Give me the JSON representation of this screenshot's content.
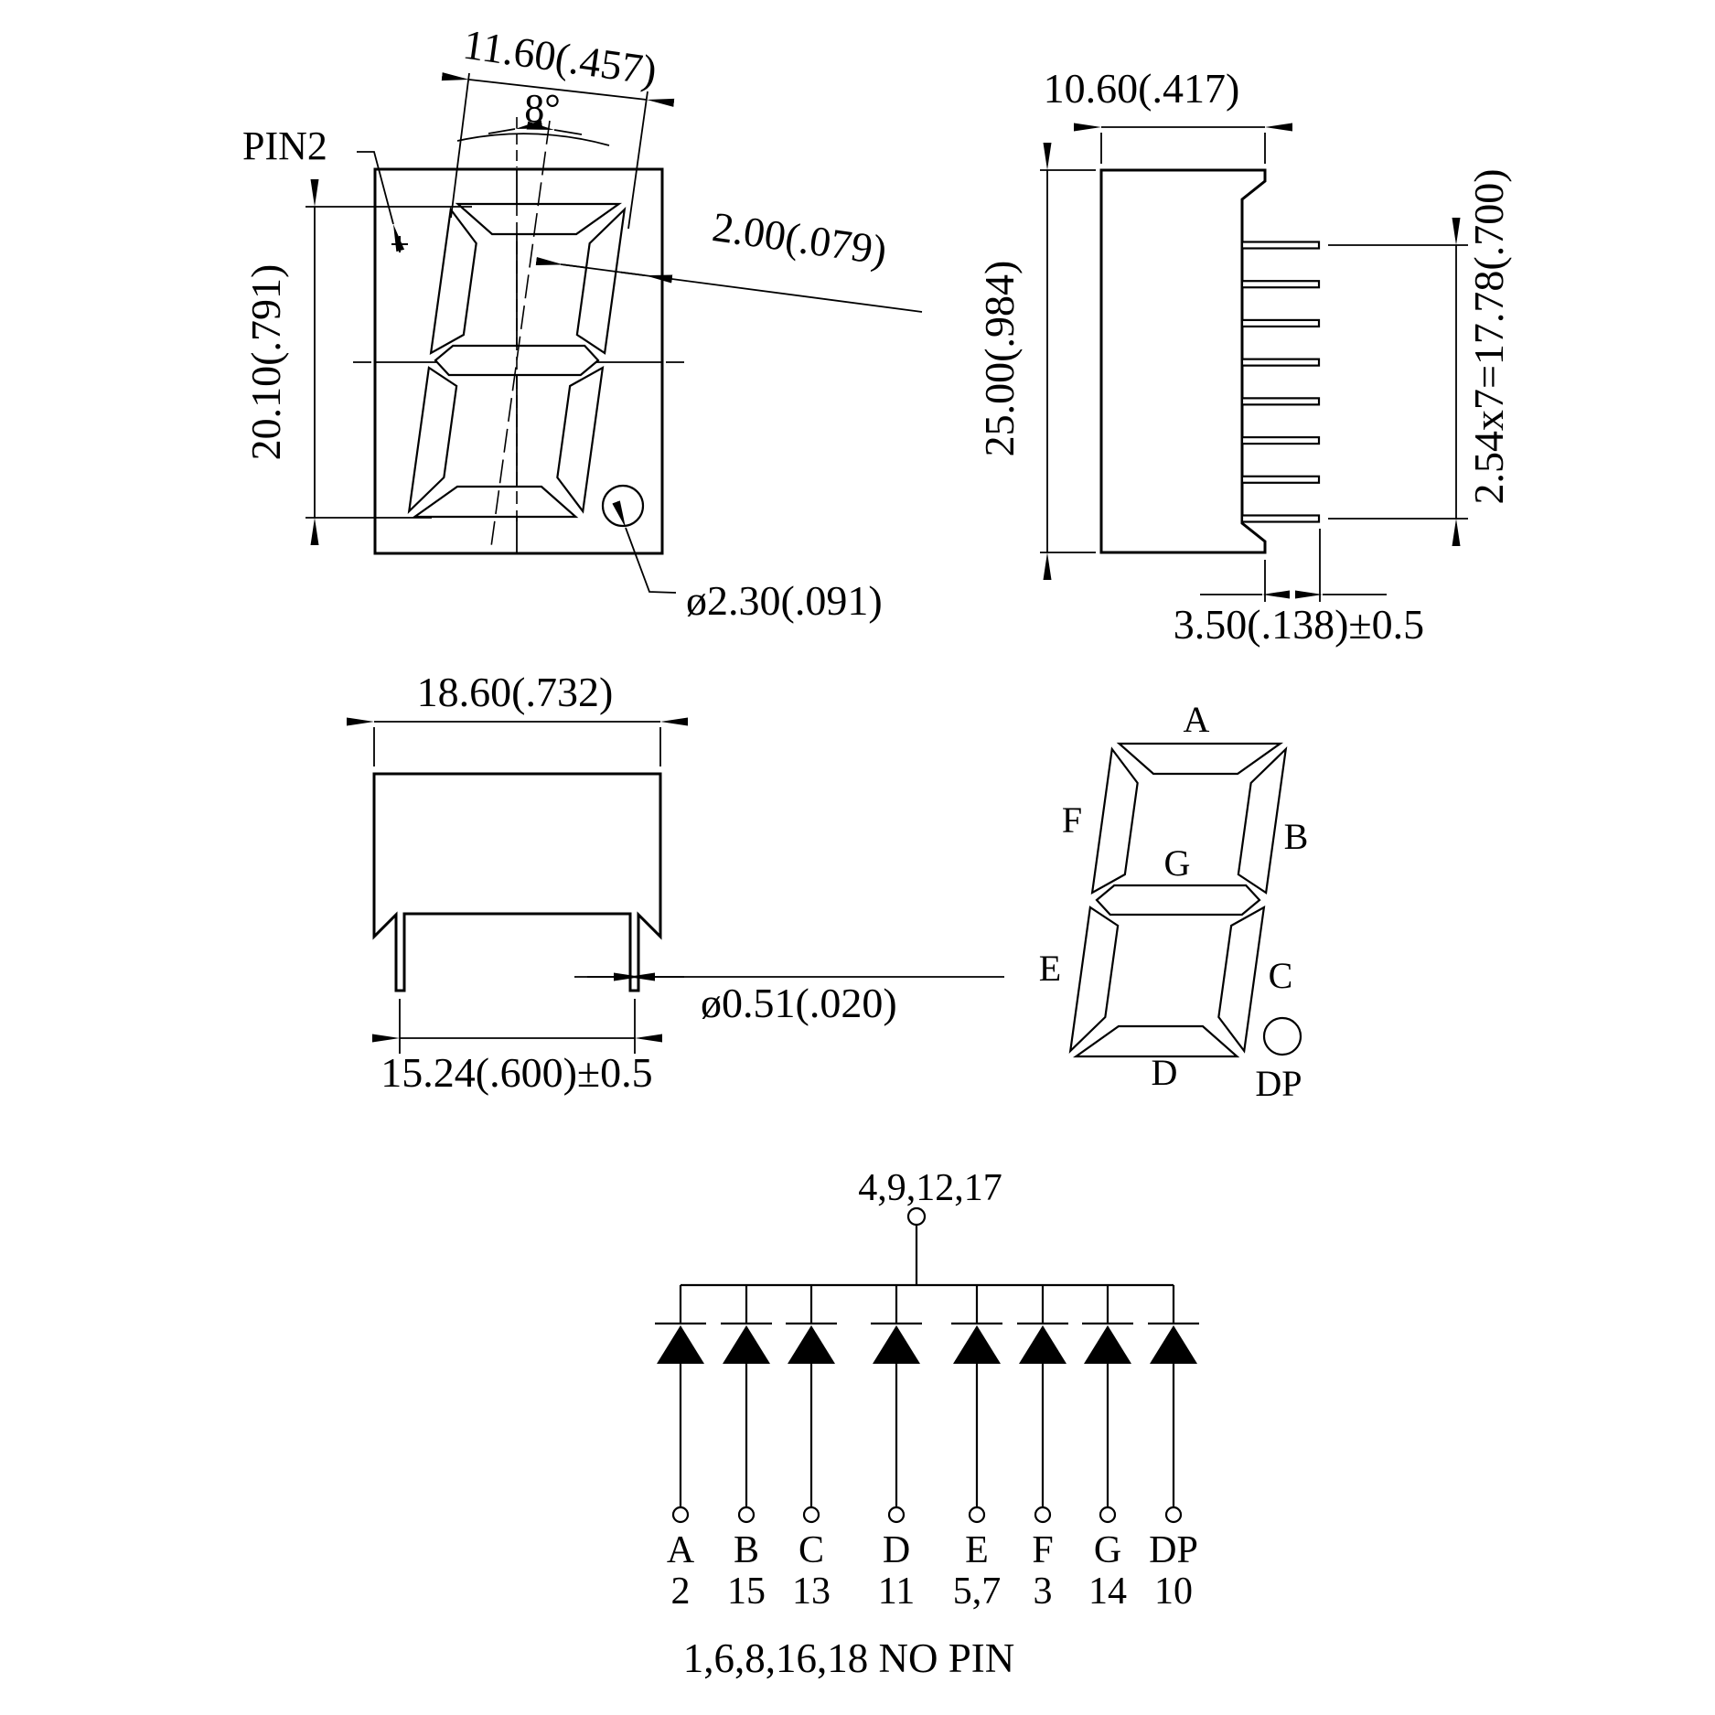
{
  "front_view": {
    "pin2_label": "PIN2",
    "dim_char_width": "11.60(.457)",
    "dim_tilt_angle": "8°",
    "dim_char_height": "20.10(.791)",
    "dim_segment_width": "2.00(.079)",
    "dim_dp_diameter": "ø2.30(.091)"
  },
  "side_view": {
    "dim_depth": "10.60(.417)",
    "dim_height": "25.00(.984)",
    "dim_pin_row": "2.54x7=17.78(.700)",
    "dim_pin_length": "3.50(.138)±0.5"
  },
  "bottom_view": {
    "dim_width": "18.60(.732)",
    "dim_pin_diameter": "ø0.51(.020)",
    "dim_pin_pitch": "15.24(.600)±0.5"
  },
  "segment_map": {
    "a": "A",
    "b": "B",
    "c": "C",
    "d": "D",
    "e": "E",
    "f": "F",
    "g": "G",
    "dp": "DP"
  },
  "circuit": {
    "common_label": "4,9,12,17",
    "branches": [
      {
        "seg": "A",
        "pin": "2"
      },
      {
        "seg": "B",
        "pin": "15"
      },
      {
        "seg": "C",
        "pin": "13"
      },
      {
        "seg": "D",
        "pin": "11"
      },
      {
        "seg": "E",
        "pin": "5,7"
      },
      {
        "seg": "F",
        "pin": "3"
      },
      {
        "seg": "G",
        "pin": "14"
      },
      {
        "seg": "DP",
        "pin": "10"
      }
    ],
    "no_pin_note": "1,6,8,16,18 NO PIN"
  },
  "colors": {
    "ink": "#000000",
    "paper": "#ffffff"
  }
}
